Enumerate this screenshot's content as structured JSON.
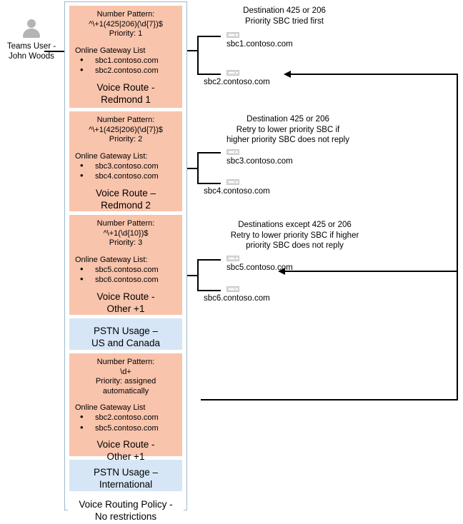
{
  "user": {
    "icon": "person-avatar-icon",
    "label": "Teams User -\nJohn Woods"
  },
  "policy": {
    "routes": [
      {
        "pattern_label": "Number Pattern:",
        "pattern": "^\\+1(425|206)(\\d{7})$",
        "priority": "Priority: 1",
        "gateway_header": "Online Gateway List",
        "gateways": [
          "sbc1.contoso.com",
          "sbc2.contoso.com"
        ],
        "title": "Voice Route -\nRedmond 1"
      },
      {
        "pattern_label": "Number Pattern:",
        "pattern": "^\\+1(425|206)(\\d{7})$",
        "priority": "Priority: 2",
        "gateway_header": "Online Gateway List:",
        "gateways": [
          "sbc3.contoso.com",
          "sbc4.contoso.com"
        ],
        "title": "Voice Route –\nRedmond 2"
      },
      {
        "pattern_label": "Number Pattern:",
        "pattern": "^\\+1(\\d{10})$",
        "priority": "Priority: 3",
        "gateway_header": "Online Gateway List:",
        "gateways": [
          "sbc5.contoso.com",
          "sbc6.contoso.com"
        ],
        "title": "Voice Route -\nOther +1"
      },
      {
        "pattern_label": "Number Pattern:",
        "pattern": "\\d+",
        "priority": "Priority: assigned\nautomatically",
        "gateway_header": "Online Gateway List",
        "gateways": [
          "sbc2.contoso.com",
          "sbc5.contoso.com"
        ],
        "title": "Voice Route -\nOther +1"
      }
    ],
    "usage_us_canada": "PSTN Usage –\nUS and Canada",
    "usage_international": "PSTN Usage –\nInternational",
    "routing_policy": "Voice Routing Policy -\nNo restrictions"
  },
  "annotations": [
    {
      "caption": "Destination 425 or 206\nPriority SBC tried first",
      "sbcs": [
        "sbc1.contoso.com",
        "sbc2.contoso.com"
      ]
    },
    {
      "caption": "Destination 425 or 206\nRetry to lower priority SBC if\nhigher priority SBC does not reply",
      "sbcs": [
        "sbc3.contoso.com",
        "sbc4.contoso.com"
      ]
    },
    {
      "caption": "Destinations except 425 or 206\nRetry to lower priority SBC if higher\npriority SBC does not reply",
      "sbcs": [
        "sbc5.contoso.com",
        "sbc6.contoso.com"
      ]
    }
  ],
  "colors": {
    "route_fill": "#f9c4ac",
    "usage_fill": "#d6e6f6",
    "column_border": "#9fb8cd",
    "line": "#000000",
    "icon_grey": "#d9d9d9"
  }
}
